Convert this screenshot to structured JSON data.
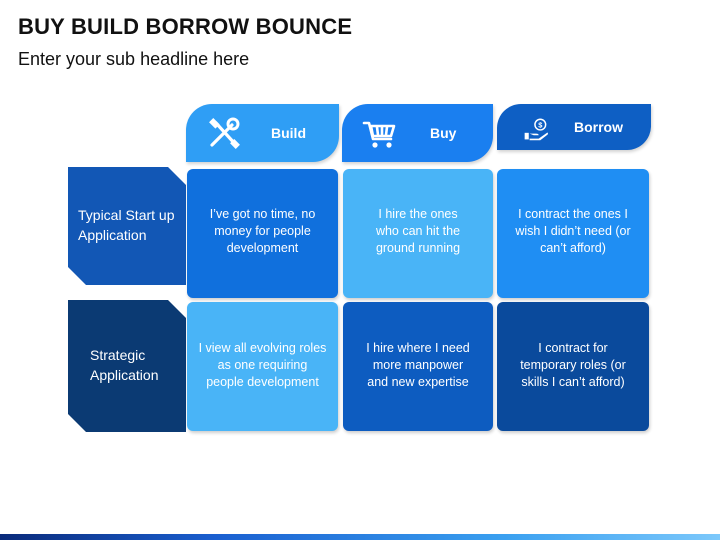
{
  "title": "BUY BUILD BORROW BOUNCE",
  "subtitle": "Enter your sub headline here",
  "columns": [
    {
      "label": "Build",
      "icon": "tools-icon",
      "color": "#2f9ef5"
    },
    {
      "label": "Buy",
      "icon": "shopping-cart-icon",
      "color": "#1a7ff0"
    },
    {
      "label": "Borrow",
      "icon": "money-hand-icon",
      "color": "#0e5fc4"
    }
  ],
  "rows": [
    {
      "label_line1": "Typical Start up",
      "label_line2": "Application",
      "color": "#1257b5",
      "cells": [
        {
          "line1": "I’ve got no time, no",
          "line2": "money for people",
          "line3": "development"
        },
        {
          "line1": "I hire the ones",
          "line2": "who can hit the",
          "line3": "ground running"
        },
        {
          "line1": "I contract the ones I",
          "line2": "wish I didn’t need (or",
          "line3": "can’t afford)"
        }
      ]
    },
    {
      "label_line1": "Strategic",
      "label_line2": "Application",
      "color": "#0b3a73",
      "cells": [
        {
          "line1": "I view all evolving roles",
          "line2": "as one requiring",
          "line3": "people development"
        },
        {
          "line1": "I hire where I need",
          "line2": "more manpower",
          "line3": "and new expertise"
        },
        {
          "line1": "I contract for",
          "line2": "temporary roles (or",
          "line3": "skills I can’t afford)"
        }
      ]
    }
  ]
}
